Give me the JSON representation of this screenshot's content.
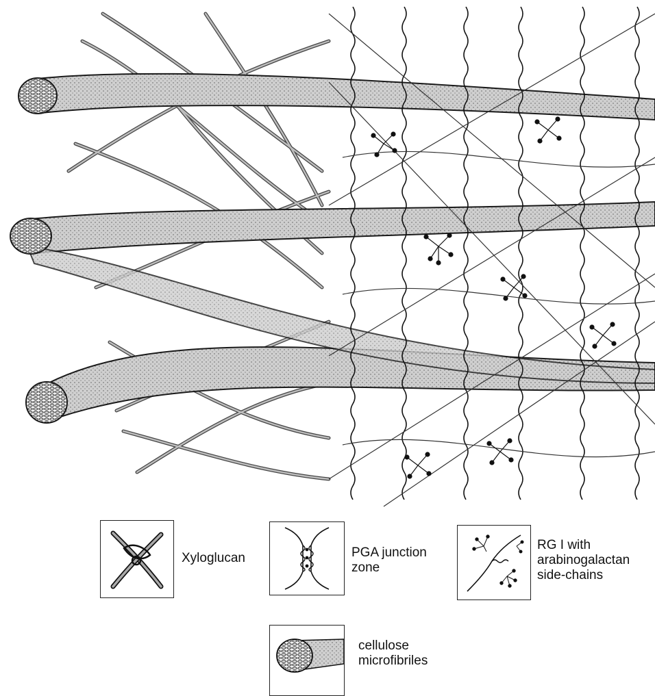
{
  "legend": {
    "xyloglucan": {
      "label": "Xyloglucan",
      "icon": "xyloglucan-crosslink-icon"
    },
    "pga": {
      "label": "PGA junction\nzone",
      "icon": "pga-junction-zone-icon"
    },
    "rg1": {
      "label": "RG I with\narabinogalactan\nside-chains",
      "icon": "rg1-arabinogalactan-icon"
    },
    "cellulose": {
      "label": "cellulose\nmicrofibriles",
      "icon": "cellulose-microfibril-icon"
    }
  },
  "colors": {
    "line": "#1a1a1a",
    "fibril_fill": "#c9c9c9",
    "strand_fill": "#9c9c9c",
    "background": "#ffffff"
  }
}
